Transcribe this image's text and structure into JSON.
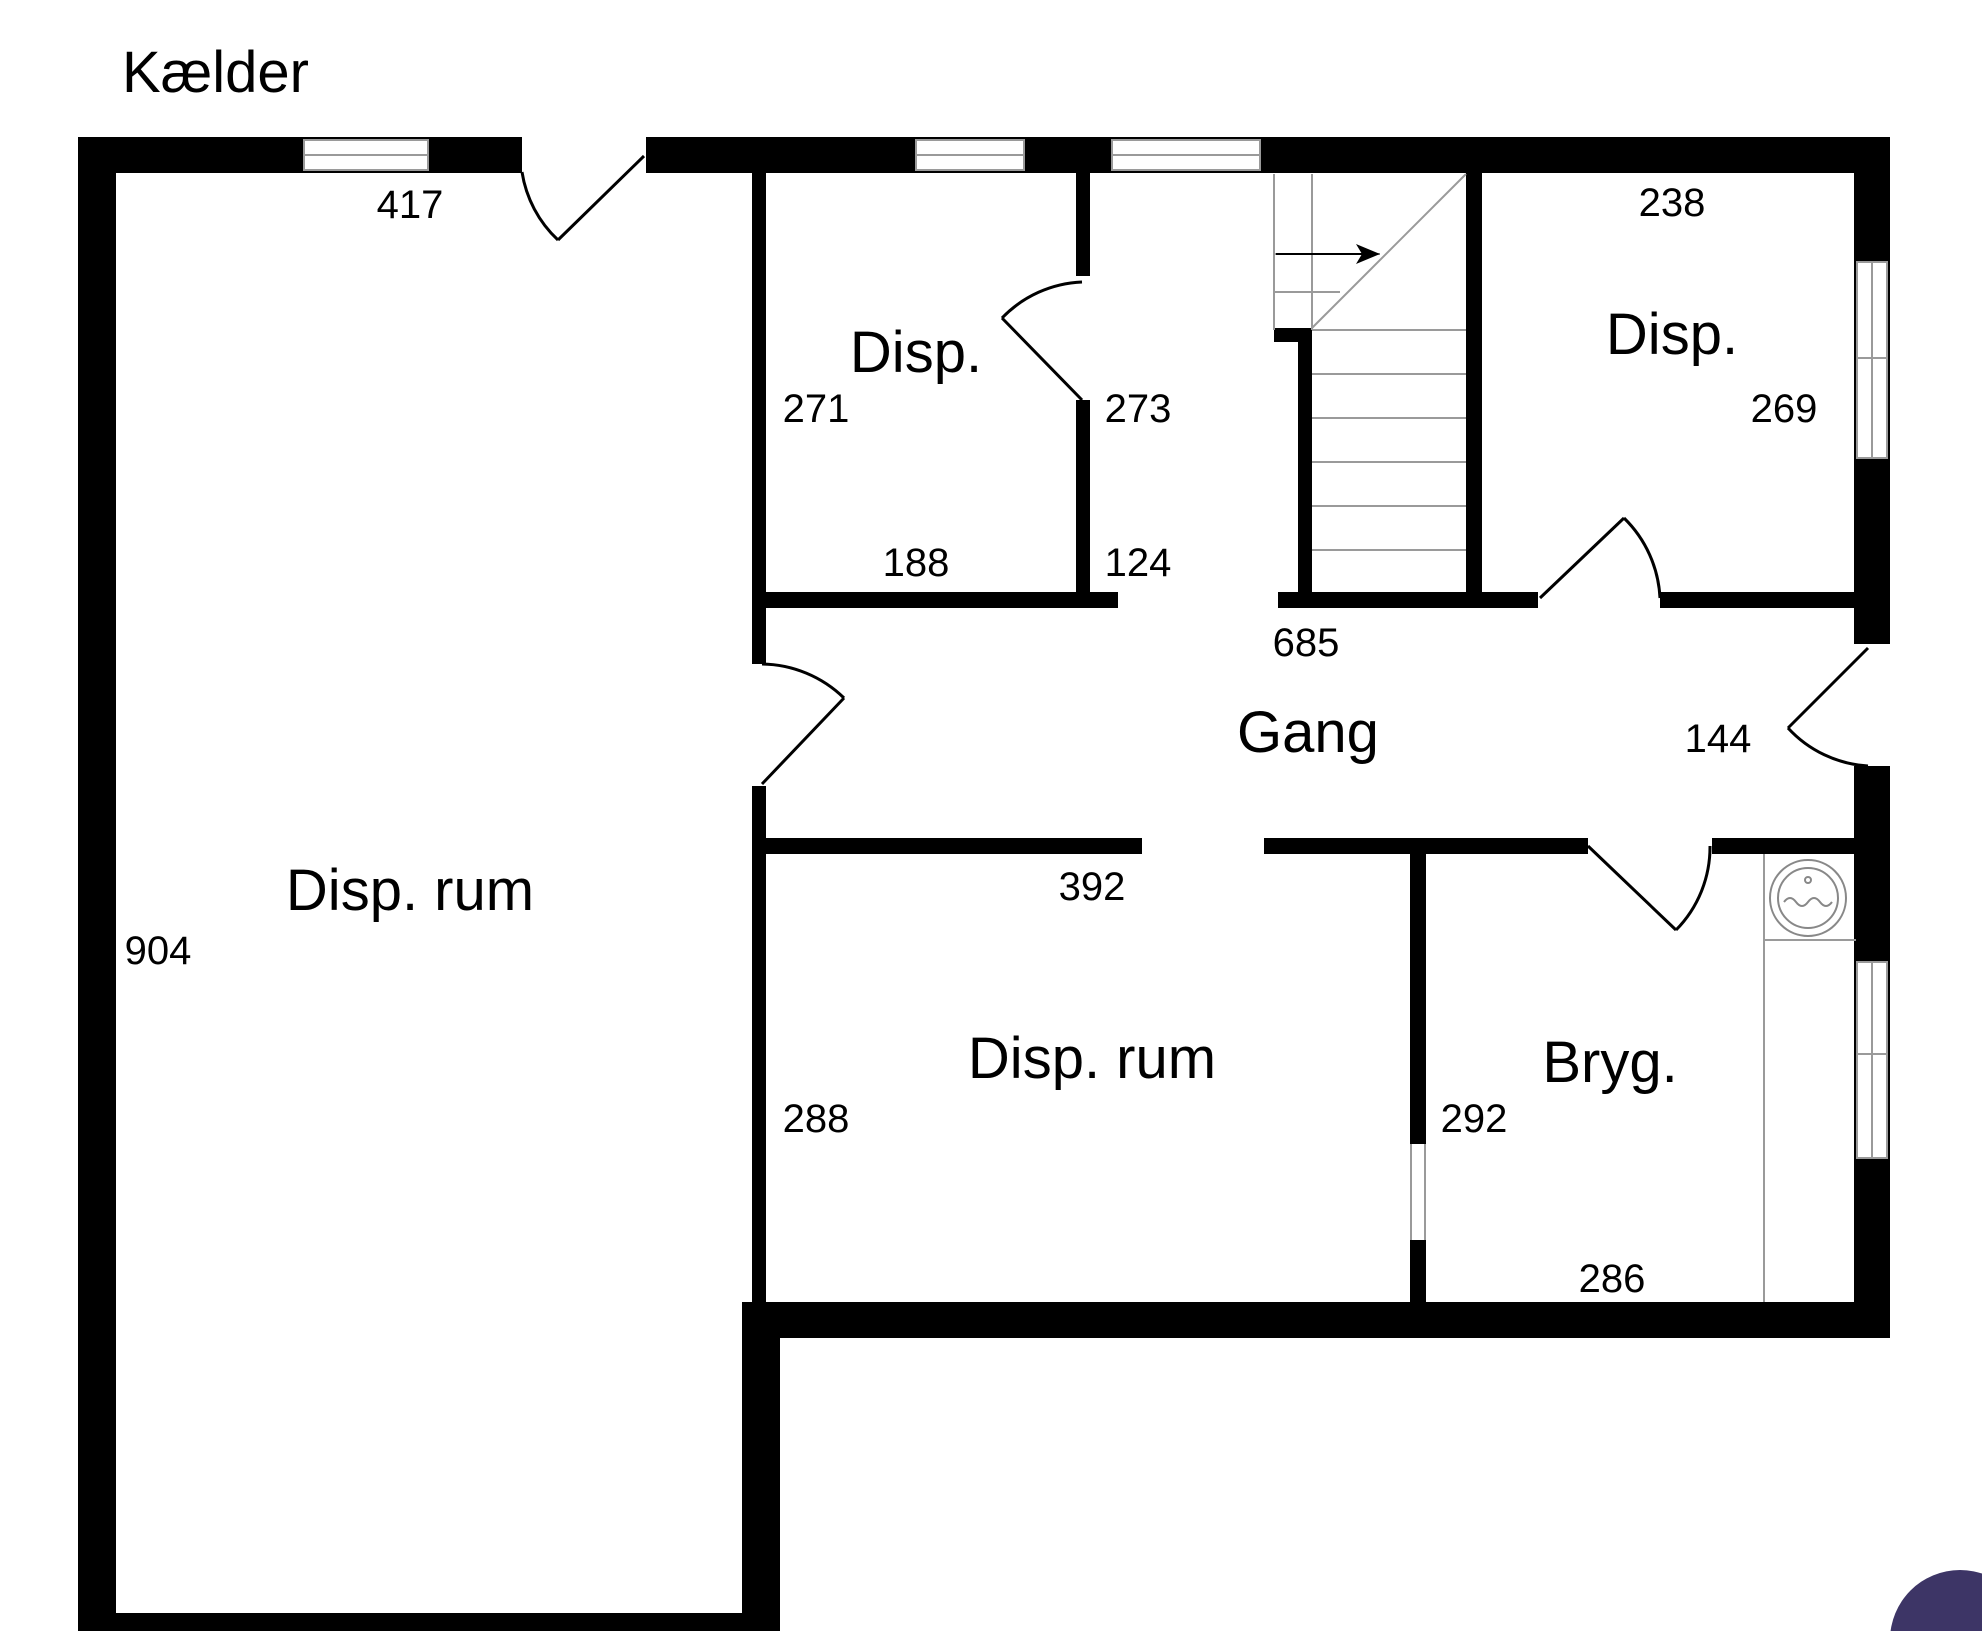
{
  "floor": {
    "title": "Kælder"
  },
  "rooms": {
    "disp_rum_large": "Disp. rum",
    "disp_small_left": "Disp.",
    "disp_small_right": "Disp.",
    "gang": "Gang",
    "disp_rum_lower": "Disp. rum",
    "bryg": "Bryg."
  },
  "dimensions": {
    "d417": "417",
    "d904": "904",
    "d271": "271",
    "d273": "273",
    "d188": "188",
    "d124": "124",
    "d238": "238",
    "d269": "269",
    "d685": "685",
    "d144": "144",
    "d392": "392",
    "d288": "288",
    "d292": "292",
    "d286": "286"
  },
  "colors": {
    "wall": "#000000",
    "window": "#ffffff",
    "thin_line": "#9a9a9a",
    "corner_decoration": "#3d3566"
  },
  "icons": {
    "stair_arrow": "arrow-right-icon",
    "washbasin": "washbasin-icon",
    "corner_decoration": "circle-decoration-icon"
  }
}
